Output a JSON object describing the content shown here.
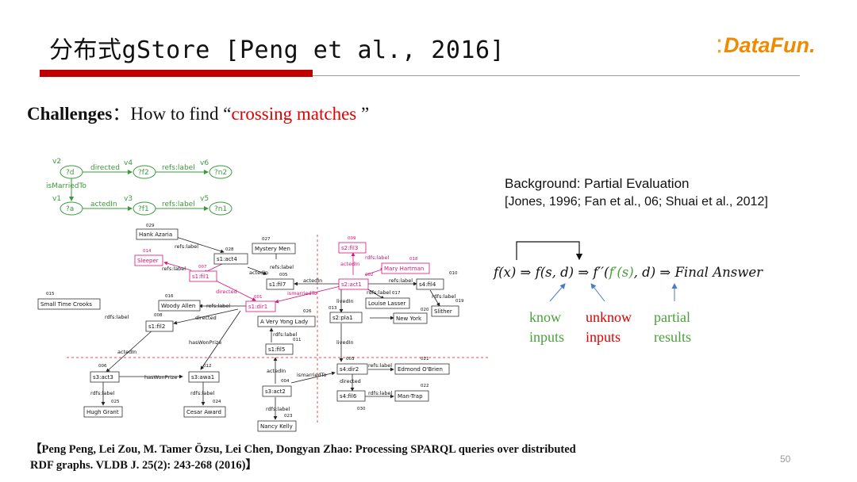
{
  "slide": {
    "title": "分布式gStore [Peng et al., 2016]",
    "logo": "DataFun.",
    "challenge": {
      "bold": "Challenges",
      "colon": "：",
      "before": "How to find “",
      "highlight": "crossing matches",
      "after": " ”"
    },
    "background": {
      "line1": "Background:  Partial Evaluation",
      "line2": "[Jones, 1996; Fan et al., 06; Shuai et al., 2012]"
    },
    "formula": {
      "part1": "f(x) ⇒ f(s, d) ⇒ f′′(",
      "green": "f′(s)",
      "part2": ", d) ⇒ Final Answer"
    },
    "labels": [
      {
        "line1": "know",
        "line2": "inputs",
        "color": "#4aa03a"
      },
      {
        "line1": "unknow",
        "line2": "inputs",
        "color": "#e00000"
      },
      {
        "line1": "partial",
        "line2": "results",
        "color": "#4aa03a"
      }
    ],
    "reference": {
      "line1": "【Peng Peng, Lei Zou, M. Tamer Özsu, Lei Chen, Dongyan Zhao: Processing SPARQL queries over distributed",
      "line2": "RDF graphs. VLDB J. 25(2): 243-268 (2016)】"
    },
    "page_number": "50",
    "colors": {
      "accent_red": "#c00000",
      "logo_orange": "#f08a00",
      "query_green": "#3a9a3a",
      "crossing_pink": "#d4147a",
      "partition_red": "#e05050"
    }
  },
  "query_graph": {
    "vars": [
      "v2",
      "v4",
      "v6",
      "v1",
      "v3",
      "v5"
    ],
    "nodes": [
      "?d",
      "?f2",
      "?n2",
      "?a",
      "?f1",
      "?n1"
    ],
    "edges": [
      "directed",
      "refs:label",
      "isMarriedTo",
      "actedIn",
      "refs:label"
    ]
  },
  "data_graph": {
    "nodes": {
      "n029": "Hank Azaria",
      "n014": "Sleeper",
      "n028": "s1:act4",
      "n027": "Mystery Men",
      "n009": "s2:fil3",
      "n018": "Mary Hartman",
      "n007": "s1:fil1",
      "n005": "s1:fil7",
      "n002": "s2:act1",
      "n010": "s4:fil4",
      "n015": "Small Time Crooks",
      "n016": "Woody Allen",
      "n001": "s1:dir1",
      "n017": "Louise Lasser",
      "n019": "Slither",
      "n008": "s1:fil2",
      "n026": "A Very Yong Lady",
      "n013": "s2:pla1",
      "n020": "New York",
      "n011": "s1:fil5",
      "n006": "s3:act3",
      "n012": "s3:awa1",
      "n003": "s4:dir2",
      "n021": "Edmond O'Brien",
      "n004": "s3:act2",
      "n022": "s4:fil6",
      "n030": "Man-Trap",
      "n025": "Hugh Grant",
      "n024": "Cesar Award",
      "n023": "Nancy Kelly"
    },
    "ids": [
      "029",
      "014",
      "028",
      "027",
      "009",
      "018",
      "007",
      "005",
      "002",
      "010",
      "015",
      "016",
      "001",
      "017",
      "019",
      "008",
      "026",
      "013",
      "020",
      "011",
      "006",
      "012",
      "003",
      "021",
      "004",
      "022",
      "030",
      "025",
      "024",
      "023"
    ],
    "edges": {
      "e1": "refs:label",
      "e2": "refs:label",
      "e3": "refs:label",
      "e4": "actedIn",
      "e5": "actedIn",
      "e6": "actedIn",
      "e7": "rdfs:label",
      "e8": "refs:label",
      "e9": "directed",
      "e10": "ismarriedTo",
      "e11": "livedIn",
      "e12": "rdfs:label",
      "e13": "rdfs:label",
      "e14": "refs:label",
      "e15": "directed",
      "e16": "rdfs:label",
      "e17": "hasWonPrize",
      "e18": "actedIn",
      "e19": "livedIn",
      "e20": "hasWonPrize",
      "e21": "actedIn",
      "e22": "ismarriedTo",
      "e23": "refs:label",
      "e24": "directed",
      "e25": "rdfs:label",
      "e26": "rdfs:label",
      "e27": "rdfs:label",
      "e28": "rdfs:label",
      "e29": "rdfs:label"
    }
  }
}
